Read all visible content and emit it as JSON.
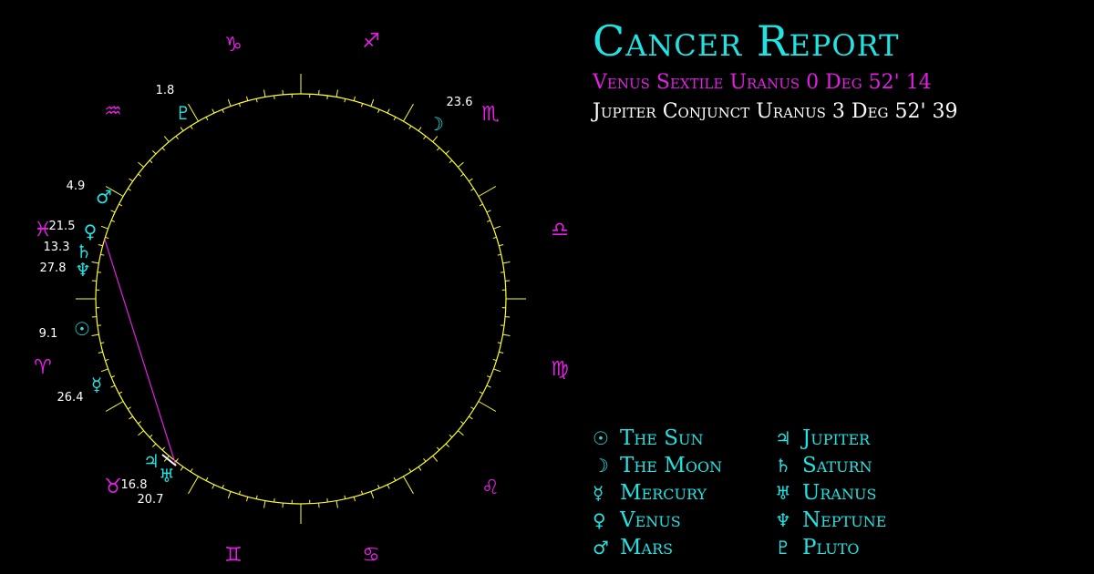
{
  "title": "Cancer Report",
  "aspects": [
    {
      "text": "Venus Sextile Uranus 0 Deg 52' 14",
      "color": "#e61ee6"
    },
    {
      "text": "Jupiter Conjunct Uranus 3 Deg 52' 39",
      "color": "#ffffff"
    }
  ],
  "colors": {
    "planet": "#22e3e3",
    "sign": "#e61ee6",
    "ring": "#ffff33",
    "label": "#ffffff",
    "aspect_line": "#e61ee6"
  },
  "legend": [
    {
      "icon": "sun-icon",
      "symbol": "☉",
      "name": "The Sun"
    },
    {
      "icon": "moon-icon",
      "symbol": "☽",
      "name": "The Moon"
    },
    {
      "icon": "mercury-icon",
      "symbol": "☿",
      "name": "Mercury"
    },
    {
      "icon": "venus-icon",
      "symbol": "♀",
      "name": "Venus"
    },
    {
      "icon": "mars-icon",
      "symbol": "♂",
      "name": "Mars"
    },
    {
      "icon": "jupiter-icon",
      "symbol": "♃",
      "name": "Jupiter"
    },
    {
      "icon": "saturn-icon",
      "symbol": "♄",
      "name": "Saturn"
    },
    {
      "icon": "uranus-icon",
      "symbol": "♅",
      "name": "Uranus"
    },
    {
      "icon": "neptune-icon",
      "symbol": "♆",
      "name": "Neptune"
    },
    {
      "icon": "pluto-icon",
      "symbol": "♇",
      "name": "Pluto"
    }
  ],
  "signs": [
    {
      "icon": "capricorn-icon",
      "symbol": "♑"
    },
    {
      "icon": "sagittarius-icon",
      "symbol": "♐"
    },
    {
      "icon": "aquarius-icon",
      "symbol": "♒"
    },
    {
      "icon": "scorpio-icon",
      "symbol": "♏"
    },
    {
      "icon": "pisces-icon",
      "symbol": "♓"
    },
    {
      "icon": "libra-icon",
      "symbol": "♎"
    },
    {
      "icon": "aries-icon",
      "symbol": "♈"
    },
    {
      "icon": "virgo-icon",
      "symbol": "♍"
    },
    {
      "icon": "taurus-icon",
      "symbol": "♉"
    },
    {
      "icon": "leo-icon",
      "symbol": "♌"
    },
    {
      "icon": "gemini-icon",
      "symbol": "♊"
    },
    {
      "icon": "cancer-icon",
      "symbol": "♋"
    }
  ],
  "planets": [
    {
      "icon": "pluto-icon",
      "symbol": "♇",
      "degree": "1.8"
    },
    {
      "icon": "moon-icon",
      "symbol": "☽",
      "degree": "23.6"
    },
    {
      "icon": "mars-icon",
      "symbol": "♂",
      "degree": "4.9"
    },
    {
      "icon": "venus-icon",
      "symbol": "♀",
      "degree": "21.5"
    },
    {
      "icon": "saturn-icon",
      "symbol": "♄",
      "degree": "13.3"
    },
    {
      "icon": "neptune-icon",
      "symbol": "♆",
      "degree": "27.8"
    },
    {
      "icon": "sun-icon",
      "symbol": "☉",
      "degree": "9.1"
    },
    {
      "icon": "mercury-icon",
      "symbol": "☿",
      "degree": "26.4"
    },
    {
      "icon": "jupiter-icon",
      "symbol": "♃",
      "degree": "16.8"
    },
    {
      "icon": "uranus-icon",
      "symbol": "♅",
      "degree": "20.7"
    }
  ]
}
